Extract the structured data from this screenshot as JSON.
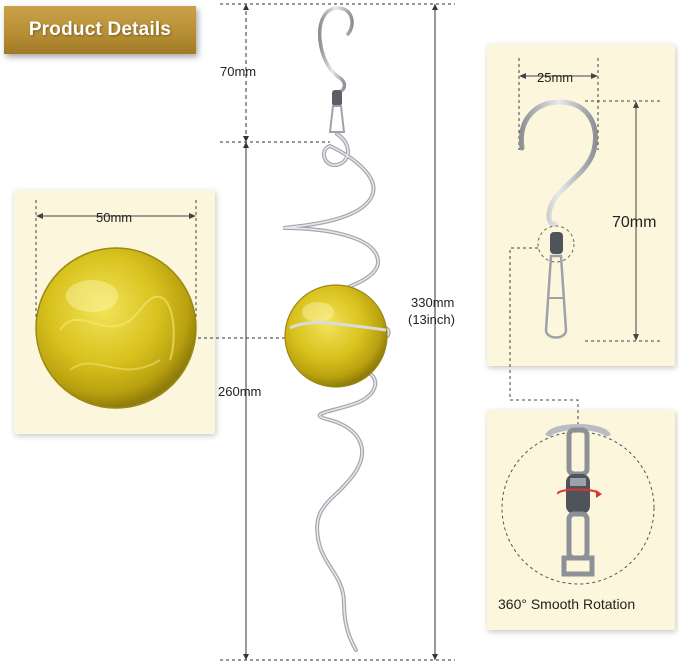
{
  "banner": {
    "title": "Product Details"
  },
  "dimensions": {
    "hook_height": "70mm",
    "ball_diameter": "50mm",
    "spiral_length": "260mm",
    "total_length_mm": "330mm",
    "total_length_inch": "(13inch)",
    "hook_width": "25mm",
    "hook_detail_height": "70mm"
  },
  "swivel": {
    "caption": "360° Smooth Rotation"
  },
  "colors": {
    "banner_gold": "#b88f34",
    "card_background": "#fbf6dc",
    "ball_yellow": "#d8c21e",
    "metal": "#b9bcc2"
  }
}
